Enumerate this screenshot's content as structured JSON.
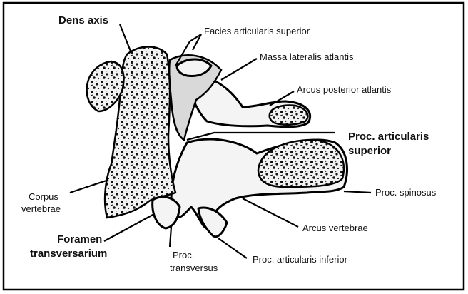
{
  "labels": {
    "dens_axis": "Dens axis",
    "facies_articularis_superior": "Facies articularis superior",
    "massa_lateralis_atlantis": "Massa lateralis atlantis",
    "arcus_posterior_atlantis": "Arcus posterior atlantis",
    "proc_articularis_superior_1": "Proc. articularis",
    "proc_articularis_superior_2": "superior",
    "corpus_vertebrae_1": "Corpus",
    "corpus_vertebrae_2": "vertebrae",
    "proc_spinosus": "Proc. spinosus",
    "foramen_transversarium_1": "Foramen",
    "foramen_transversarium_2": "transversarium",
    "arcus_vertebrae": "Arcus vertebrae",
    "proc_transversus_1": "Proc.",
    "proc_transversus_2": "transversus",
    "proc_articularis_inferior": "Proc. articularis inferior"
  }
}
